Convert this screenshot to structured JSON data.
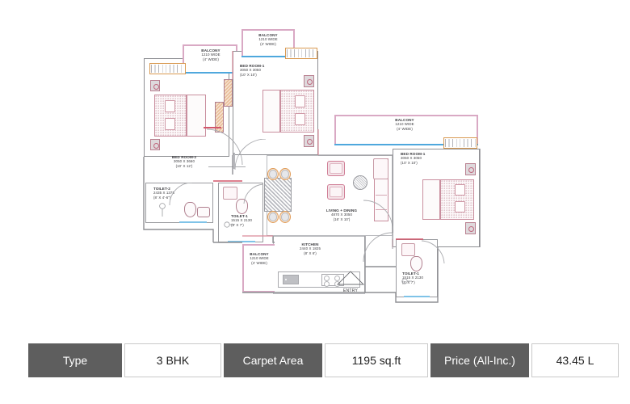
{
  "floor_plan": {
    "rooms": [
      {
        "id": "balcony-top-left",
        "name": "BALCONY",
        "line2": "1210 WIDE",
        "line3": "(4' WIDE)"
      },
      {
        "id": "balcony-top-center",
        "name": "BALCONY",
        "line2": "1210 WIDE",
        "line3": "(4' WIDE)"
      },
      {
        "id": "balcony-right",
        "name": "BALCONY",
        "line2": "1210 WIDE",
        "line3": "(4' WIDE)"
      },
      {
        "id": "balcony-bottom",
        "name": "BALCONY",
        "line2": "1210 WIDE",
        "line3": "(4' WIDE)"
      },
      {
        "id": "bedroom-1-top",
        "name": "BED ROOM-1",
        "line2": "3050 X 3050",
        "line3": "(10' X 10')"
      },
      {
        "id": "bedroom-2",
        "name": "BED ROOM-2",
        "line2": "3050 X 3660",
        "line3": "(10' X 12')"
      },
      {
        "id": "bedroom-1-right",
        "name": "BED ROOM-1",
        "line2": "3050 X 3050",
        "line3": "(10' X 10')"
      },
      {
        "id": "toilet-2",
        "name": "TOILET-2",
        "line2": "2435 X 1375",
        "line3": "(8' X 4'-6\")"
      },
      {
        "id": "toilet-1-center",
        "name": "TOILET-1",
        "line2": "1515 X 2130",
        "line3": "(5' X 7')"
      },
      {
        "id": "toilet-1-right",
        "name": "TOILET-1",
        "line2": "1515 X 2130",
        "line3": "(5' X 7')"
      },
      {
        "id": "living-dining",
        "name": "LIVING + DINING",
        "line2": "4870 X 3050",
        "line3": "(16' X 10')"
      },
      {
        "id": "kitchen",
        "name": "KITCHEN",
        "line2": "2440 X 1825",
        "line3": "(8' X 6')"
      }
    ],
    "entry_label": "ENTRY",
    "colors": {
      "balcony_wall": "#d9a9c4",
      "outer_wall": "#8e8f93",
      "railing": "#4fa8dd",
      "window_frame": "#d99a52",
      "furniture_outline": "#c98e9e"
    }
  },
  "spec_bar": {
    "items": [
      {
        "key": "Type",
        "value": "3 BHK"
      },
      {
        "key": "Carpet Area",
        "value": "1195 sq.ft"
      },
      {
        "key": "Price (All-Inc.)",
        "value": "43.45 L"
      }
    ],
    "colors": {
      "key_bg": "#5e5e5e",
      "key_fg": "#ffffff",
      "value_bg": "#ffffff",
      "value_fg": "#222222"
    }
  }
}
